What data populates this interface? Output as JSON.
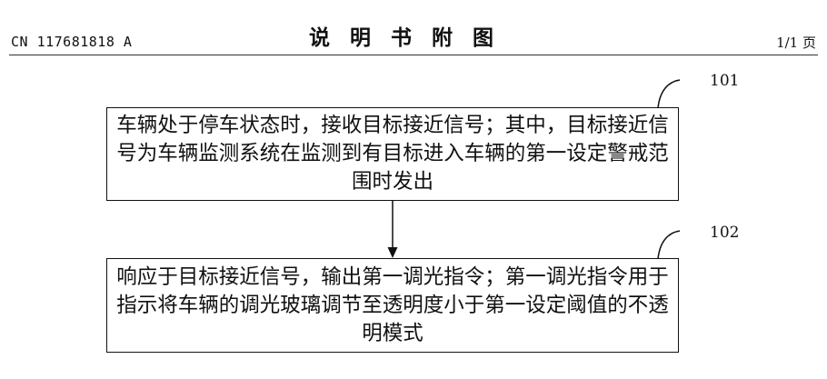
{
  "header": {
    "publication_number": "CN 117681818 A",
    "section_title": "说明书附图",
    "page_indicator": "1/1 页"
  },
  "flowchart": {
    "steps": [
      {
        "label": "101",
        "text": "车辆处于停车状态时，接收目标接近信号；其中，目标接近信号为车辆监测系统在监测到有目标进入车辆的第一设定警戒范围时发出"
      },
      {
        "label": "102",
        "text": "响应于目标接近信号，输出第一调光指令；第一调光指令用于指示将车辆的调光玻璃调节至透明度小于第一设定阈值的不透明模式"
      }
    ]
  },
  "colors": {
    "ink": "#111111",
    "background": "#ffffff"
  }
}
